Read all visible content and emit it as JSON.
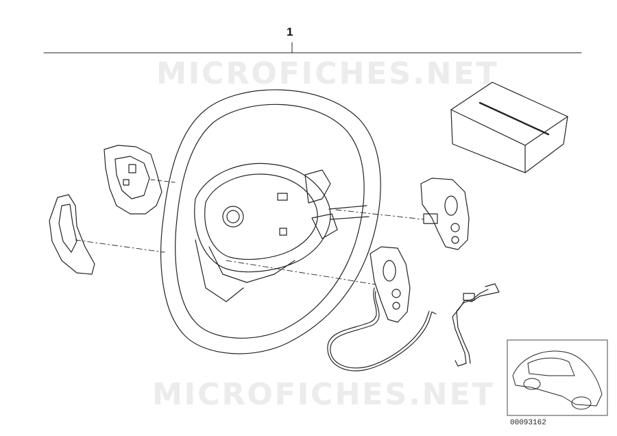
{
  "diagram": {
    "part_number_label": "1",
    "watermark_text": "MICROFICHES.NET",
    "diagram_number": "00093162",
    "line_color": "#222222",
    "icon": "steering-wheel-assembly"
  }
}
